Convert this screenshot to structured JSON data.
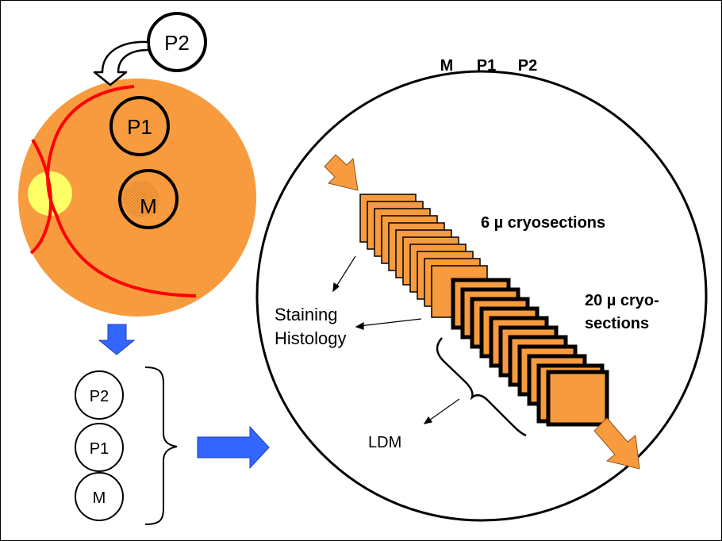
{
  "eye": {
    "circles": {
      "p2": "P2",
      "p1": "P1",
      "m": "M"
    }
  },
  "samples": {
    "p2": "P2",
    "p1": "P1",
    "m": "M"
  },
  "panel": {
    "header": {
      "m": "M",
      "p1": "P1",
      "p2": "P2"
    },
    "thin_label": "6 µ cryosections",
    "thick_label_line1": "20 µ cryo-",
    "thick_label_line2": "sections",
    "staining_line1": "Staining",
    "staining_line2": "Histology",
    "ldm": "LDM"
  },
  "colors": {
    "eye_fill": "#F79B3E",
    "section_fill": "#F79B3E",
    "vessel": "#FF0000",
    "optic_disc": "#FFFF66",
    "blue_arrow": "#3366FF"
  }
}
